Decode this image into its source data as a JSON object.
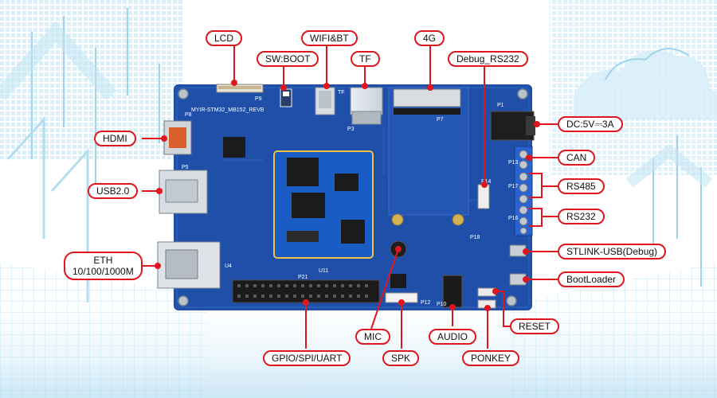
{
  "colors": {
    "accent": "#e0161e",
    "pcb": "#1f4fa8",
    "pcb_dark": "#163d86",
    "background_tech": "#9fd3ec"
  },
  "board": {
    "silkscreen_model": "MYIR-STM32_MB152_REVB",
    "silk_p1": "P1",
    "silk_p3": "P3",
    "silk_p5": "P5",
    "silk_p7": "P7",
    "silk_p8": "P8",
    "silk_p9": "P9",
    "silk_p10": "P10",
    "silk_p12": "P12",
    "silk_p13": "P13",
    "silk_p14": "P14",
    "silk_p16": "P16",
    "silk_p17": "P17",
    "silk_p18": "P18",
    "silk_p21": "P21",
    "silk_u4": "U4",
    "silk_u11": "U11",
    "silk_tf": "TF"
  },
  "labels": {
    "lcd": "LCD",
    "sw_boot": "SW:BOOT",
    "wifi_bt": "WIFI&BT",
    "tf": "TF",
    "g4": "4G",
    "debug_rs232": "Debug_RS232",
    "hdmi": "HDMI",
    "usb2": "USB2.0",
    "eth_line1": "ETH",
    "eth_line2": "10/100/1000M",
    "dc": "DC:5V⎓3A",
    "can": "CAN",
    "rs485": "RS485",
    "rs232": "RS232",
    "stlink": "STLINK-USB(Debug)",
    "bootloader": "BootLoader",
    "reset": "RESET",
    "mic": "MIC",
    "audio": "AUDIO",
    "spk": "SPK",
    "ponkey": "PONKEY",
    "gpio": "GPIO/SPI/UART"
  }
}
